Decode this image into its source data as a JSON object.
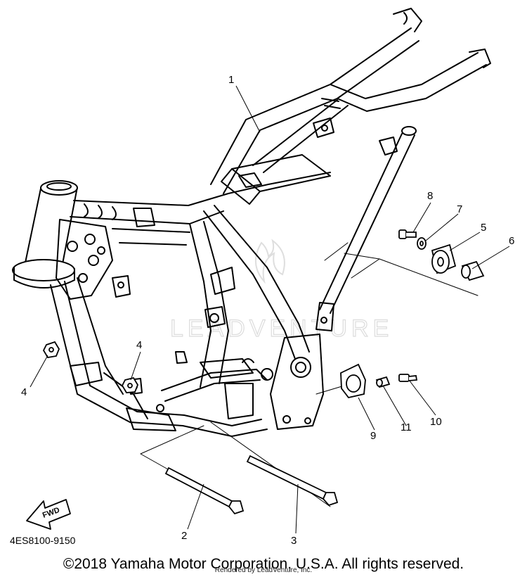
{
  "diagram": {
    "callouts": [
      {
        "id": "1",
        "label": "1"
      },
      {
        "id": "2",
        "label": "2"
      },
      {
        "id": "3",
        "label": "3"
      },
      {
        "id": "4a",
        "label": "4"
      },
      {
        "id": "4b",
        "label": "4"
      },
      {
        "id": "5",
        "label": "5"
      },
      {
        "id": "6",
        "label": "6"
      },
      {
        "id": "7",
        "label": "7"
      },
      {
        "id": "8",
        "label": "8"
      },
      {
        "id": "9",
        "label": "9"
      },
      {
        "id": "10",
        "label": "10"
      },
      {
        "id": "11",
        "label": "11"
      }
    ],
    "fwd_label": "FWD",
    "watermark": "LEADVENTURE"
  },
  "footer": {
    "part_code": "4ES8100-9150",
    "copyright": "©2018 Yamaha Motor Corporation, U.S.A. All rights reserved.",
    "render_credit": "Rendered by LeadVenture, Inc."
  }
}
